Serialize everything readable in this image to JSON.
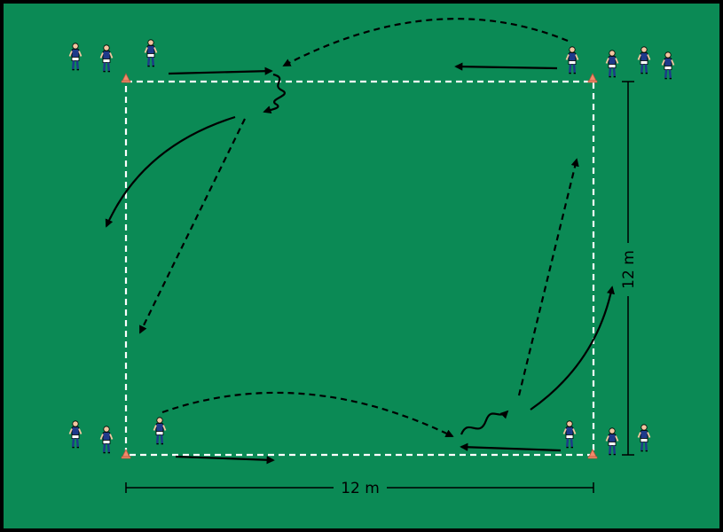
{
  "diagram": {
    "colors": {
      "frame": "#000000",
      "field": "#0b8a55",
      "boundary": "#ffffff",
      "arrow": "#000000",
      "jersey": "#1e3a8a",
      "shorts": "#ffffff",
      "skin": "#f2c6a0",
      "cone": "#f28a6a"
    },
    "dimensions": {
      "horizontal_label": "12 m",
      "vertical_label": "12 m"
    },
    "legend_icons": {
      "pass": "dashed-arrow",
      "run": "solid-arrow",
      "dribble": "wavy-line"
    }
  }
}
